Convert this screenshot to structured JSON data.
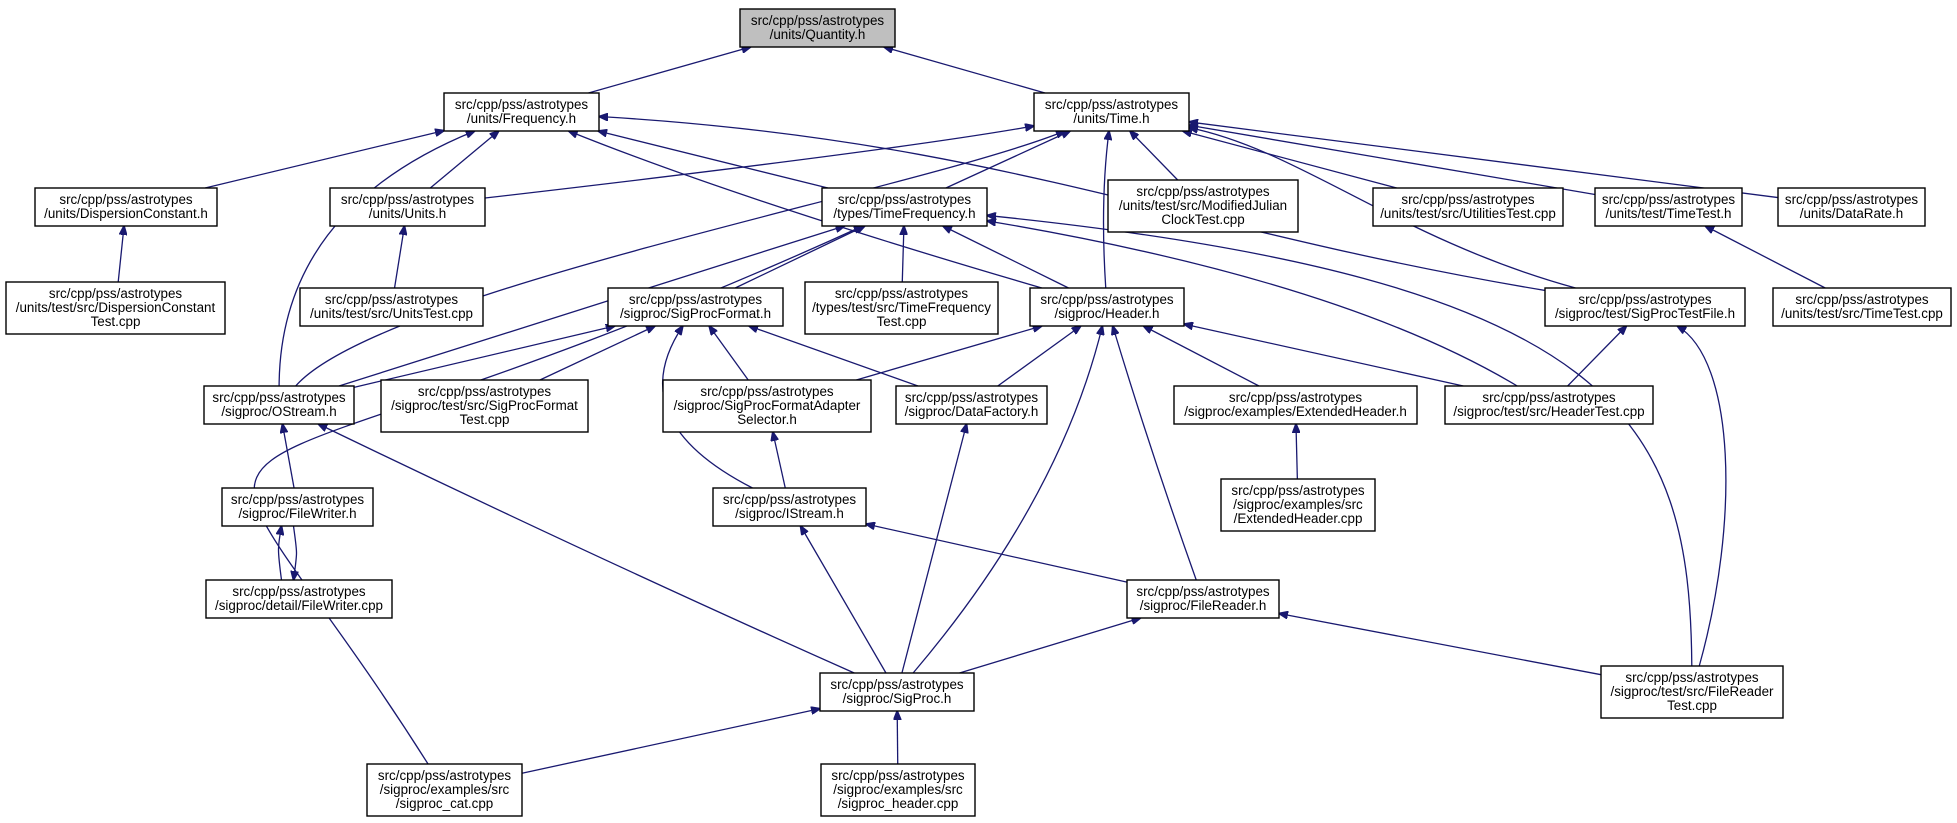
{
  "graph": {
    "edge_color": "#191970",
    "root_fill": "#bfbfbf",
    "nodes": [
      {
        "id": "quantity",
        "lines": [
          "src/cpp/pss/astrotypes",
          "/units/Quantity.h"
        ],
        "root": true
      },
      {
        "id": "frequency",
        "lines": [
          "src/cpp/pss/astrotypes",
          "/units/Frequency.h"
        ]
      },
      {
        "id": "time",
        "lines": [
          "src/cpp/pss/astrotypes",
          "/units/Time.h"
        ]
      },
      {
        "id": "dispconst",
        "lines": [
          "src/cpp/pss/astrotypes",
          "/units/DispersionConstant.h"
        ]
      },
      {
        "id": "units",
        "lines": [
          "src/cpp/pss/astrotypes",
          "/units/Units.h"
        ]
      },
      {
        "id": "timefreq",
        "lines": [
          "src/cpp/pss/astrotypes",
          "/types/TimeFrequency.h"
        ]
      },
      {
        "id": "mjctest",
        "lines": [
          "src/cpp/pss/astrotypes",
          "/units/test/src/ModifiedJulian",
          "ClockTest.cpp"
        ]
      },
      {
        "id": "utiltest",
        "lines": [
          "src/cpp/pss/astrotypes",
          "/units/test/src/UtilitiesTest.cpp"
        ]
      },
      {
        "id": "timetesth",
        "lines": [
          "src/cpp/pss/astrotypes",
          "/units/test/TimeTest.h"
        ]
      },
      {
        "id": "datarate",
        "lines": [
          "src/cpp/pss/astrotypes",
          "/units/DataRate.h"
        ]
      },
      {
        "id": "dispconsttest",
        "lines": [
          "src/cpp/pss/astrotypes",
          "/units/test/src/DispersionConstant",
          "Test.cpp"
        ]
      },
      {
        "id": "unitstest",
        "lines": [
          "src/cpp/pss/astrotypes",
          "/units/test/src/UnitsTest.cpp"
        ]
      },
      {
        "id": "sigprocformat",
        "lines": [
          "src/cpp/pss/astrotypes",
          "/sigproc/SigProcFormat.h"
        ]
      },
      {
        "id": "tftest",
        "lines": [
          "src/cpp/pss/astrotypes",
          "/types/test/src/TimeFrequency",
          "Test.cpp"
        ]
      },
      {
        "id": "header",
        "lines": [
          "src/cpp/pss/astrotypes",
          "/sigproc/Header.h"
        ]
      },
      {
        "id": "sptestfile",
        "lines": [
          "src/cpp/pss/astrotypes",
          "/sigproc/test/SigProcTestFile.h"
        ]
      },
      {
        "id": "timetestcpp",
        "lines": [
          "src/cpp/pss/astrotypes",
          "/units/test/src/TimeTest.cpp"
        ]
      },
      {
        "id": "ostream",
        "lines": [
          "src/cpp/pss/astrotypes",
          "/sigproc/OStream.h"
        ]
      },
      {
        "id": "spftest",
        "lines": [
          "src/cpp/pss/astrotypes",
          "/sigproc/test/src/SigProcFormat",
          "Test.cpp"
        ]
      },
      {
        "id": "adaptersel",
        "lines": [
          "src/cpp/pss/astrotypes",
          "/sigproc/SigProcFormatAdapter",
          "Selector.h"
        ]
      },
      {
        "id": "datafactory",
        "lines": [
          "src/cpp/pss/astrotypes",
          "/sigproc/DataFactory.h"
        ]
      },
      {
        "id": "exthdr",
        "lines": [
          "src/cpp/pss/astrotypes",
          "/sigproc/examples/ExtendedHeader.h"
        ]
      },
      {
        "id": "headertest",
        "lines": [
          "src/cpp/pss/astrotypes",
          "/sigproc/test/src/HeaderTest.cpp"
        ]
      },
      {
        "id": "filewriterh",
        "lines": [
          "src/cpp/pss/astrotypes",
          "/sigproc/FileWriter.h"
        ]
      },
      {
        "id": "istream",
        "lines": [
          "src/cpp/pss/astrotypes",
          "/sigproc/IStream.h"
        ]
      },
      {
        "id": "exthdrcpp",
        "lines": [
          "src/cpp/pss/astrotypes",
          "/sigproc/examples/src",
          "/ExtendedHeader.cpp"
        ]
      },
      {
        "id": "filewritercpp",
        "lines": [
          "src/cpp/pss/astrotypes",
          "/sigproc/detail/FileWriter.cpp"
        ]
      },
      {
        "id": "filereader",
        "lines": [
          "src/cpp/pss/astrotypes",
          "/sigproc/FileReader.h"
        ]
      },
      {
        "id": "sigproc",
        "lines": [
          "src/cpp/pss/astrotypes",
          "/sigproc/SigProc.h"
        ]
      },
      {
        "id": "frtest",
        "lines": [
          "src/cpp/pss/astrotypes",
          "/sigproc/test/src/FileReader",
          "Test.cpp"
        ]
      },
      {
        "id": "sigproccat",
        "lines": [
          "src/cpp/pss/astrotypes",
          "/sigproc/examples/src",
          "/sigproc_cat.cpp"
        ]
      },
      {
        "id": "sigprochdr",
        "lines": [
          "src/cpp/pss/astrotypes",
          "/sigproc/examples/src",
          "/sigproc_header.cpp"
        ]
      }
    ],
    "edges": [
      {
        "from": "frequency",
        "to": "quantity"
      },
      {
        "from": "time",
        "to": "quantity"
      },
      {
        "from": "dispconst",
        "to": "frequency"
      },
      {
        "from": "units",
        "to": "frequency"
      },
      {
        "from": "ostream",
        "to": "frequency"
      },
      {
        "from": "timefreq",
        "to": "frequency"
      },
      {
        "from": "header",
        "to": "frequency"
      },
      {
        "from": "sptestfile",
        "to": "frequency"
      },
      {
        "from": "units",
        "to": "time"
      },
      {
        "from": "ostream",
        "to": "time"
      },
      {
        "from": "timefreq",
        "to": "time"
      },
      {
        "from": "header",
        "to": "time"
      },
      {
        "from": "mjctest",
        "to": "time"
      },
      {
        "from": "utiltest",
        "to": "time"
      },
      {
        "from": "timetesth",
        "to": "time"
      },
      {
        "from": "datarate",
        "to": "time"
      },
      {
        "from": "sptestfile",
        "to": "time"
      },
      {
        "from": "dispconsttest",
        "to": "dispconst"
      },
      {
        "from": "unitstest",
        "to": "units"
      },
      {
        "from": "sigprocformat",
        "to": "timefreq"
      },
      {
        "from": "tftest",
        "to": "timefreq"
      },
      {
        "from": "header",
        "to": "timefreq"
      },
      {
        "from": "ostream",
        "to": "timefreq"
      },
      {
        "from": "sigproccat",
        "to": "timefreq"
      },
      {
        "from": "headertest",
        "to": "timefreq"
      },
      {
        "from": "frtest",
        "to": "timefreq"
      },
      {
        "from": "timetestcpp",
        "to": "timetesth"
      },
      {
        "from": "ostream",
        "to": "sigprocformat"
      },
      {
        "from": "spftest",
        "to": "sigprocformat"
      },
      {
        "from": "adaptersel",
        "to": "sigprocformat"
      },
      {
        "from": "datafactory",
        "to": "sigprocformat"
      },
      {
        "from": "istream",
        "to": "sigprocformat"
      },
      {
        "from": "adaptersel",
        "to": "header"
      },
      {
        "from": "datafactory",
        "to": "header"
      },
      {
        "from": "exthdr",
        "to": "header"
      },
      {
        "from": "headertest",
        "to": "header"
      },
      {
        "from": "filereader",
        "to": "header"
      },
      {
        "from": "sigproc",
        "to": "header"
      },
      {
        "from": "headertest",
        "to": "sptestfile"
      },
      {
        "from": "frtest",
        "to": "sptestfile"
      },
      {
        "from": "filewriterh",
        "to": "ostream"
      },
      {
        "from": "sigproc",
        "to": "ostream"
      },
      {
        "from": "istream",
        "to": "adaptersel"
      },
      {
        "from": "sigproc",
        "to": "datafactory"
      },
      {
        "from": "exthdrcpp",
        "to": "exthdr"
      },
      {
        "from": "filewritercpp",
        "to": "filewriterh"
      },
      {
        "from": "filewriterh",
        "to": "filewritercpp"
      },
      {
        "from": "sigproc",
        "to": "istream"
      },
      {
        "from": "filereader",
        "to": "istream"
      },
      {
        "from": "sigproc",
        "to": "filereader"
      },
      {
        "from": "frtest",
        "to": "filereader"
      },
      {
        "from": "sigproccat",
        "to": "sigproc"
      },
      {
        "from": "sigprochdr",
        "to": "sigproc"
      }
    ]
  }
}
